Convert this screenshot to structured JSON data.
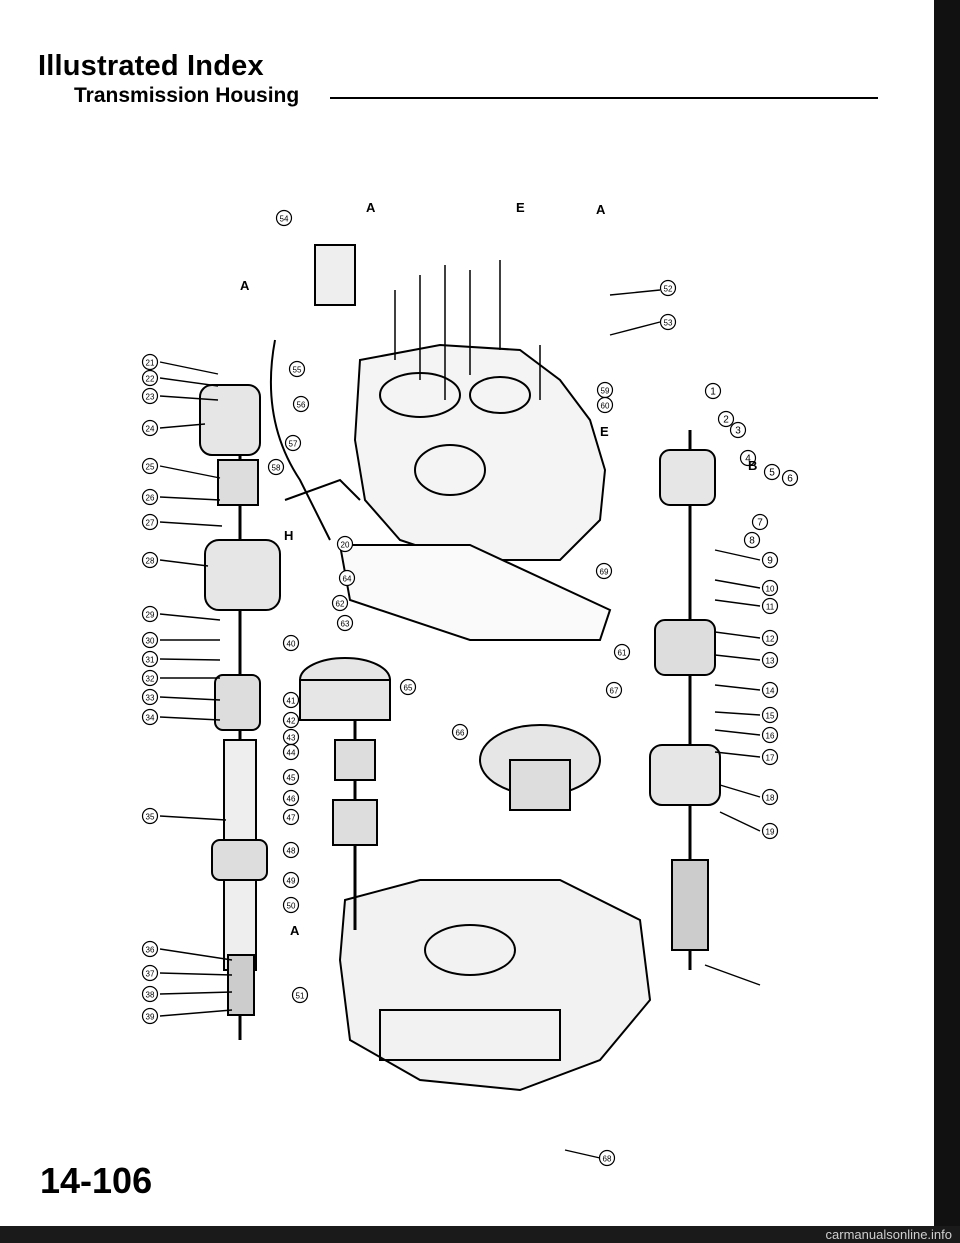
{
  "header": {
    "title": "Illustrated Index",
    "subtitle": "Transmission Housing"
  },
  "footer": {
    "page_number": "14-106",
    "watermark": "carmanualsonline.info"
  },
  "callouts": {
    "left_column": [
      "21",
      "22",
      "23",
      "24",
      "25",
      "26",
      "27",
      "28",
      "29",
      "30",
      "31",
      "32",
      "33",
      "34",
      "35",
      "36",
      "37",
      "38",
      "39"
    ],
    "center_column": [
      "40",
      "41",
      "42",
      "43",
      "44",
      "45",
      "46",
      "47",
      "48",
      "49",
      "50",
      "51"
    ],
    "right_column": [
      "1",
      "2",
      "3",
      "4",
      "5",
      "6",
      "7",
      "8",
      "9",
      "10",
      "11",
      "12",
      "13",
      "14",
      "15",
      "16",
      "17",
      "18",
      "19"
    ],
    "upper_cluster": [
      "52",
      "53",
      "54",
      "55",
      "56",
      "57",
      "58",
      "59",
      "60",
      "61",
      "62",
      "63",
      "64",
      "65",
      "66",
      "67",
      "68",
      "69",
      "20"
    ]
  },
  "letter_marks": [
    "A",
    "A",
    "A",
    "E",
    "E",
    "B",
    "H",
    "A"
  ]
}
